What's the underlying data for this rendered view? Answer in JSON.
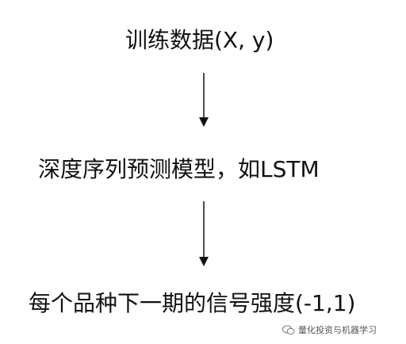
{
  "flow": {
    "input_label": "训练数据(X, y)",
    "model_label": "深度序列预测模型，如LSTM",
    "output_label": "每个品种下一期的信号强度(-1,1)"
  },
  "watermark": {
    "text": "量化投资与机器学习",
    "icon": "wechat-icon"
  }
}
